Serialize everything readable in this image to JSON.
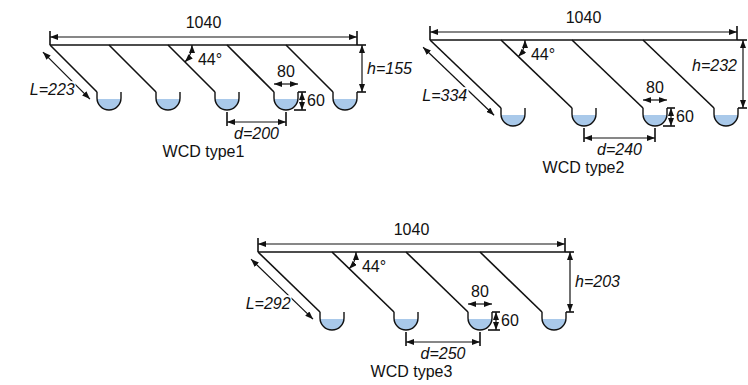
{
  "diagram": {
    "labels": [
      "1040",
      "L=223",
      "44°",
      "80",
      "h=155",
      "60",
      "d=200",
      "WCD type1",
      "1040",
      "L=334",
      "44°",
      "80",
      "h=232",
      "60",
      "d=240",
      "WCD type2",
      "1040",
      "L=292",
      "44°",
      "80",
      "h=203",
      "60",
      "d=250",
      "WCD type3"
    ]
  }
}
